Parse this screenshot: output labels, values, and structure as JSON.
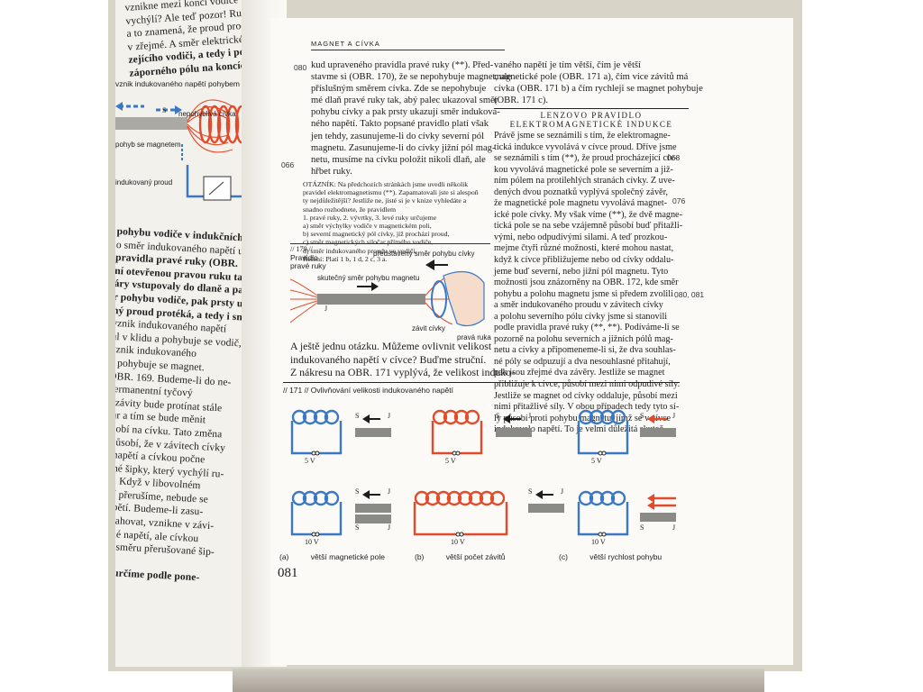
{
  "left_page": {
    "lines_top": [
      "vznikne mezi konci vodiče n",
      "vychýlí? Ale teď pozor! Ručička",
      "a to znamená, že proud prochází",
      "v zřejmé. A směr elektrického proudu",
      "zejícího vodiči, a tedy i polohu kladného",
      "záporného pólu na koncích vodiče, závisí"
    ],
    "figure_labels": [
      "vznik indukovaného napětí pohybem magnetu",
      "nepohyblivá cívka",
      "S",
      "J",
      "N",
      "pohyb se magnetem",
      "indukovaný proud"
    ],
    "lines_body": [
      "pohybu vodiče v indukčních",
      "o směr indukovaného napětí urči-",
      "pravidla pravé ruky (OBR.",
      "ní otevřenou pravou ruku tak,",
      "áry vstupovaly do dlaně a palec",
      "r pohybu vodiče, pak prsty ukazu-",
      "ný proud protéká, a tedy i směr",
      "vznik indukovaného napětí",
      "ul v klidu a pohybuje se vodič,",
      "vznik indukovaného",
      "a pohybuje se magnet.",
      "OBR. 169. Budeme-li do ne-",
      "permanentní tyčový",
      "e závity bude protínat stále",
      "čar a tím se bude měnit",
      "osobí na cívku. Tato změna",
      "způsobí, že v závitech cívky",
      "é napětí a cívkou počne",
      "olné šipky, který vychýlí ru-",
      "ne. Když v libovolném",
      "ení přerušíme, nebude se",
      "napětí. Budeme-li zasu-",
      "vytahovat, vznikne v závi-",
      "vané napětí, ale cívkou",
      "em směru přerušované šip-",
      "",
      "ětí určíme podle pone-"
    ]
  },
  "right_page": {
    "running_head": "MAGNET A CÍVKA",
    "margin_refs": [
      "080",
      "066",
      "068",
      "076",
      "080, 081"
    ],
    "col1_top": [
      "kud upraveného pravidla pravé ruky (**). Před-",
      "stavme si (OBR. 170), že se nepohybuje magnet, ale",
      "příslušným směrem cívka. Zde se nepohybuje",
      "mé dlaň pravé ruky tak, abý palec ukazoval směr",
      "pohybu cívky a pak prsty ukazují směr indukova-",
      "ného napětí. Takto popsané pravidlo platí však",
      "jen tehdy, zasunujeme-li do cívky severní pól",
      "magnetu. Zasunujeme-li do cívky jižní pól mag-",
      "netu, musíme na cívku položit nikoli dlaň, ale",
      "hřbet ruky."
    ],
    "question_box": [
      "OTÁZNÍK: Na předchozích stránkách jsme uvedli několik",
      "pravidel elektromagnetismu (**). Zapamatovali jste si alespoň",
      "ty nejdůležitější? Jestliže ne, jisté si je v knize vyhledáte a snadno rozhodnete, že pravidlem",
      "1. pravé ruky,   2. vývrtky,   3. levé ruky určujeme",
      "a) směr výchylky vodiče v magnetickém poli,",
      "b) severní magnetický pól cívky, jíž prochází proud,",
      "c) směr magnetických siločar přímého vodiče,",
      "d) směr indukovaného proudu ve vodiči.",
      "Řešení: Platí 1 b, 1 d, 2 c, 3 a."
    ],
    "fig170": {
      "number": "// 170 //",
      "title_line1": "Pravidlo",
      "title_line2": "pravé ruky",
      "label_coil": "představený směr pohybu cívky",
      "label_magnet": "skutečný směr pohybu magnetu",
      "label_turns": "závit cívky",
      "label_hand": "pravá ruka",
      "pole_j": "J"
    },
    "question_big": [
      "A ještě jednu otázku. Můžeme ovlivnit velikost",
      "indukovaného napětí v cívce? Buďme struční.",
      "Z nákresu na OBR. 171 vyplývá, že velikost induko-"
    ],
    "col2": [
      "vaného napětí je tím větší, čím je větší",
      "magnetické pole (OBR. 171 a), čím více závitů má",
      "cívka (OBR. 171 b) a čím rychleji se magnet pohybuje",
      "(OBR. 171 c)."
    ],
    "section_title_1": "LENZOVO PRAVIDLO",
    "section_title_2": "ELEKTROMAGNETICKÉ INDUKCE",
    "col2_body": [
      "Právě jsme se seznámili s tím, že elektromagne-",
      "tická indukce vyvolává v cívce proud. Dříve jsme",
      "se seznámili s tím (**), že proud procházející cív-",
      "kou vyvolává magnetické pole se severním a již-",
      "ním pólem na protilehlých stranách cívky. Z uve-",
      "dených dvou poznatků vyplývá společný závěr,",
      "že magnetické pole magnetu vyvolává magnet-",
      "ické pole cívky. My však víme (**), že dvě magne-",
      "tická pole se na sebe vzájemně působí buď přitažli-",
      "vými, nebo odpudivými silami. A teď prozkou-",
      "mejme čtyři různé možnosti, které mohou nastat,",
      "když k cívce přibližujeme nebo od cívky oddalu-",
      "jeme buď severní, nebo jižní pól magnetu. Tyto",
      "možnosti jsou znázorněny na OBR. 172, kde směr",
      "pohybu a polohu magnetu jsme si předem zvolili",
      "a směr indukovaného proudu v závitech cívky",
      "a polohu severního pólu cívky jsme si stanovili",
      "podle pravidla pravé ruky (**, **). Podíváme-li se",
      "pozorně na polohu severních a jižních pólů mag-",
      "netu a cívky a připomeneme-li si, že dva souhlas-",
      "né póly se odpuzují a dva nesouhlasné přitahují,",
      "pak jsou zřejmé dva závěry. Jestliže se magnet",
      "přibližuje k cívce, působí mezi nimi odpudivé síly.",
      "Jestliže se magnet od cívky oddaluje, působí mezi",
      "nimi přitažlivé síly. V obou případech tedy tyto sí-",
      "ly působí proti pohybu magnetu, jímž se v cívce",
      "indukovalo napětí. To je velmi důležitá skuteč-"
    ],
    "fig171_title": "// 171 // Ovlivňování velikosti indukovaného napětí",
    "fig171": {
      "voltage_5": "5 V",
      "voltage_10": "10 V",
      "pole_s": "S",
      "pole_j": "J",
      "captions": [
        {
          "letter": "(a)",
          "text": "větší magnetické pole"
        },
        {
          "letter": "(b)",
          "text": "větší počet závitů"
        },
        {
          "letter": "(c)",
          "text": "větší rychlost pohybu"
        }
      ]
    },
    "page_number": "081"
  },
  "colors": {
    "blue": "#3a78c4",
    "red": "#e24a2a",
    "magnet": "#8a8a86",
    "paper": "#fbfaf7"
  }
}
